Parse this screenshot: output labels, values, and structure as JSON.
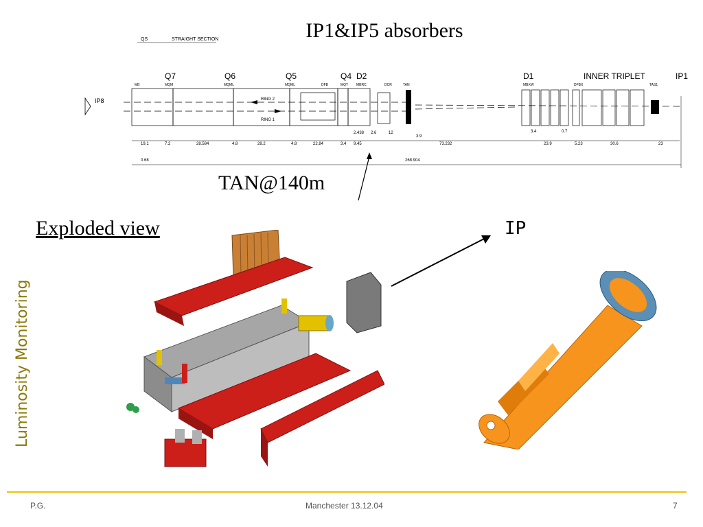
{
  "slide": {
    "title": "IP1&IP5 absorbers",
    "side_label": "Luminosity Monitoring",
    "tan_label": "TAN@140m",
    "exploded_label": "Exploded view",
    "ip_label": "IP"
  },
  "diagram": {
    "top_labels": [
      "QS",
      "STRAIGHT SECTION"
    ],
    "magnets": [
      "Q7",
      "Q6",
      "Q5",
      "Q4",
      "D2",
      "D1",
      "INNER TRIPLET",
      "IP1"
    ],
    "small_labels": [
      "MB",
      "MQM",
      "MQML",
      "MQML",
      "DFB",
      "MQY",
      "MBRC",
      "DCR",
      "TAN",
      "MBXW",
      "DFBX",
      "TAS1"
    ],
    "ring_labels": [
      "RING 2",
      "RING 1"
    ],
    "ip8_label": "IP8",
    "dims_row1": [
      "19.1",
      "7.2",
      "28.584",
      "4.8",
      "28.2",
      "4.8",
      "22.84",
      "3.4",
      "9.45",
      "73.232",
      "23.9",
      "5.23",
      "30.6",
      "23"
    ],
    "dims_row_mid": [
      "2.438",
      "2.6",
      "12",
      "3.9",
      "3.4",
      "0.7"
    ],
    "total_left": "0.68",
    "total": "268.904"
  },
  "footer": {
    "left": "P.G.",
    "center": "Manchester 13.12.04",
    "page": "7"
  },
  "colors": {
    "accent": "#f0c200",
    "side_text": "#8a7a0a",
    "red_parts": "#cc1f1a",
    "orange_tube": "#f7941d",
    "flange_blue": "#5c8fb5"
  }
}
